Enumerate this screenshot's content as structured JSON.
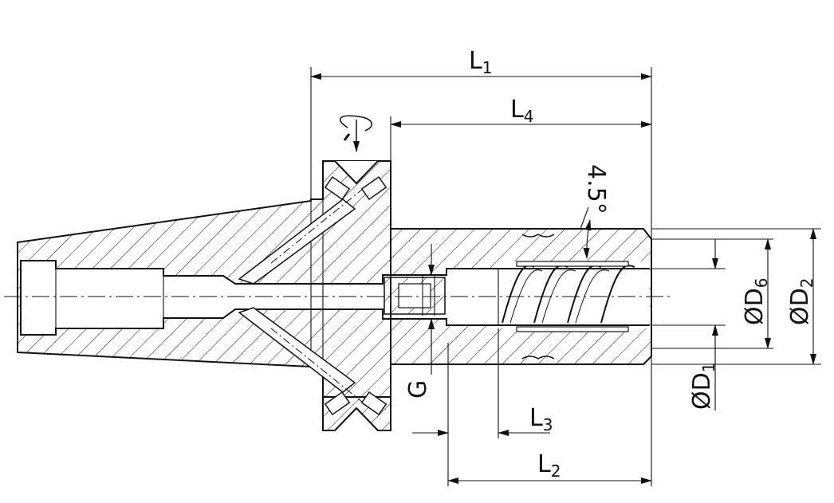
{
  "drawing": {
    "labels": {
      "L1": {
        "main": "L",
        "sub": "1"
      },
      "L4": {
        "main": "L",
        "sub": "4"
      },
      "L3": {
        "main": "L",
        "sub": "3"
      },
      "L2": {
        "main": "L",
        "sub": "2"
      },
      "G": {
        "main": "G"
      },
      "angle": {
        "main": "4.5°"
      },
      "D1": {
        "main": "ØD",
        "sub": "1"
      },
      "D6": {
        "main": "ØD",
        "sub": "6"
      },
      "D2": {
        "main": "ØD",
        "sub": "2"
      }
    },
    "colors": {
      "line": "#111111",
      "background": "#ffffff"
    },
    "icons": [
      "rotation-direction-icon"
    ]
  }
}
